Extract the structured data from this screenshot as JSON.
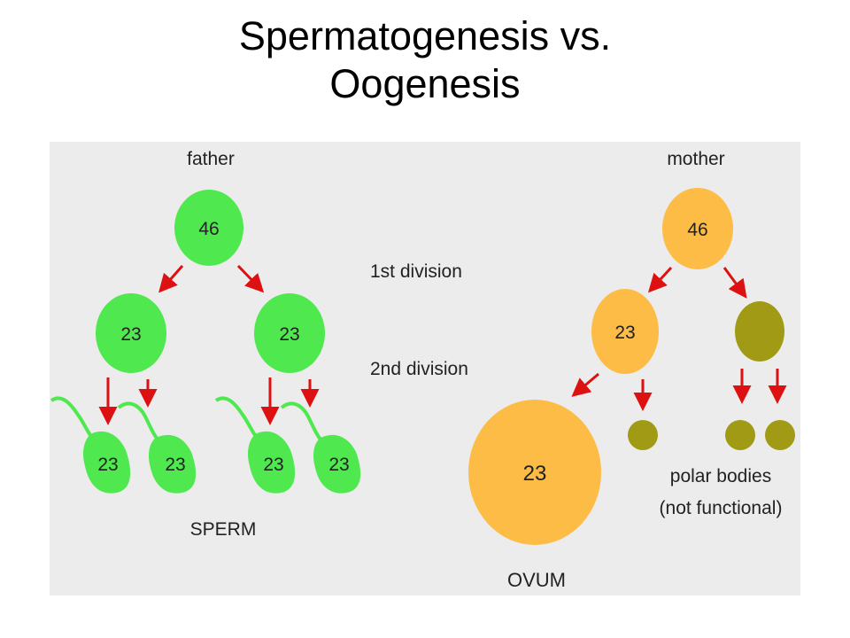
{
  "title": {
    "line1": "Spermatogenesis vs.",
    "line2": "Oogenesis"
  },
  "diagram": {
    "labels": {
      "father": "father",
      "mother": "mother",
      "first_division": "1st division",
      "second_division": "2nd division",
      "sperm": "SPERM",
      "ovum": "OVUM",
      "polar_bodies_line1": "polar bodies",
      "polar_bodies_line2": "(not functional)"
    },
    "chromosome_counts": {
      "diploid": "46",
      "haploid": "23"
    },
    "colors": {
      "panel_background": "#ececec",
      "sperm_cell": "#4fe84f",
      "oocyte": "#fcbc45",
      "polar_body": "#a09a14",
      "arrow": "#dd1111"
    }
  }
}
